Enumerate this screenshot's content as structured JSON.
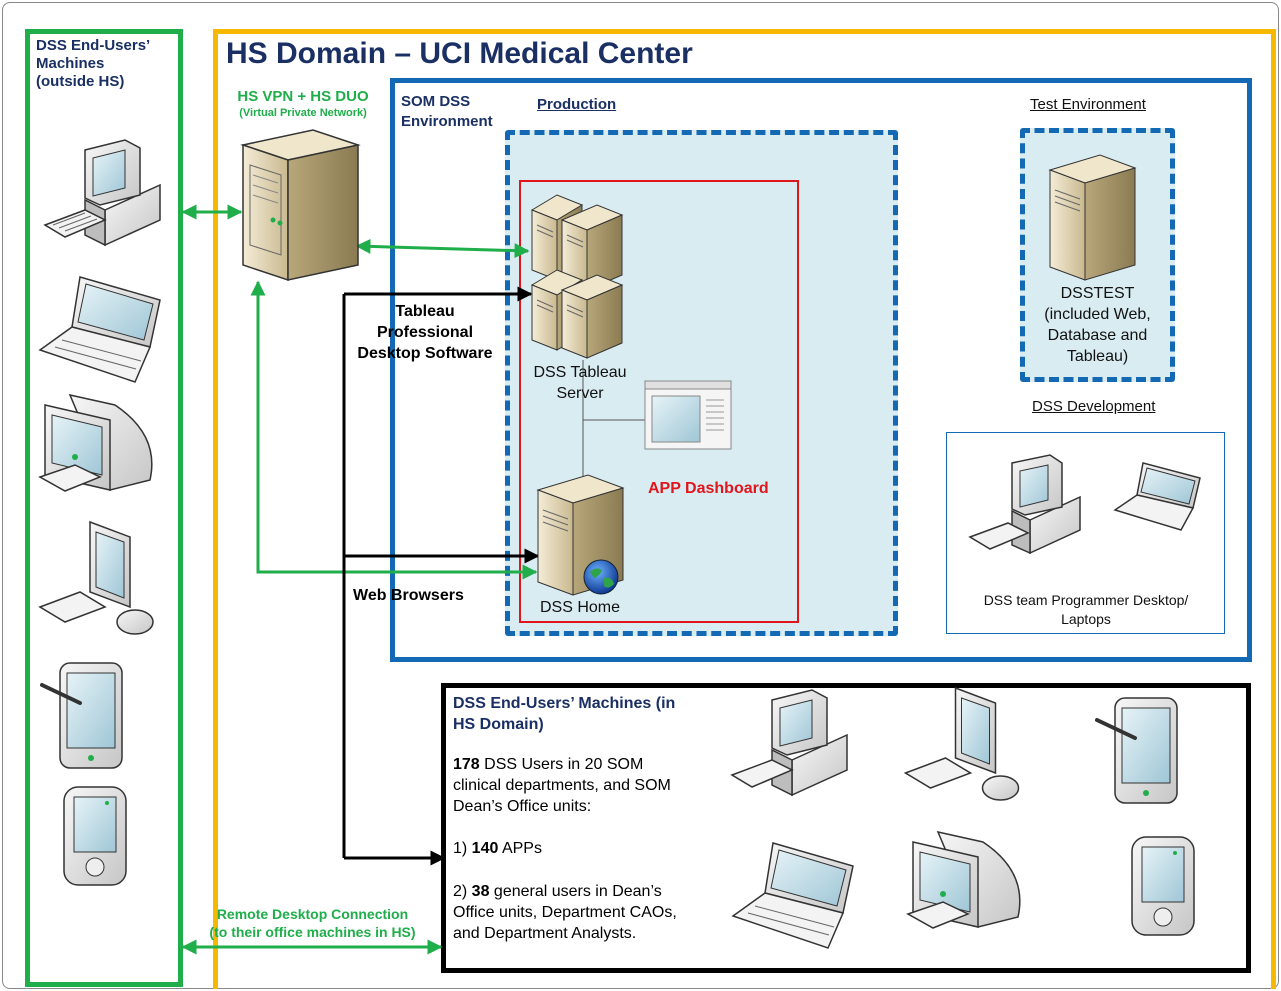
{
  "left_panel": {
    "title_lines": [
      "DSS End-Users’",
      "Machines",
      "(outside HS)"
    ]
  },
  "hs_domain": {
    "title": "HS Domain – UCI Medical Center"
  },
  "vpn": {
    "title": "HS VPN + HS DUO",
    "subtitle": "(Virtual Private Network)"
  },
  "som": {
    "title_lines": [
      "SOM DSS",
      "Environment"
    ]
  },
  "production": {
    "label": "Production",
    "tableau_server_lines": [
      "DSS Tableau",
      "Server"
    ],
    "app_dashboard": "APP Dashboard",
    "dss_home": "DSS Home"
  },
  "test_env": {
    "label": "Test Environment",
    "server_lines": [
      "DSSTEST",
      "(included Web,",
      "Database and",
      "Tableau)"
    ]
  },
  "development": {
    "label": "DSS Development",
    "caption_lines": [
      "DSS team Programmer Desktop/",
      "Laptops"
    ]
  },
  "connections": {
    "tableau_lines": [
      "Tableau",
      "Professional",
      "Desktop Software"
    ],
    "web_browsers": "Web Browsers",
    "rdc_lines": [
      "Remote Desktop Connection",
      "(to their office machines in HS)"
    ]
  },
  "inside_users": {
    "title_lines": [
      "DSS End-Users’ Machines (in",
      "HS Domain)"
    ],
    "line1_num": "178",
    "line1_text": " DSS Users in 20 SOM",
    "line2": "clinical departments, and SOM",
    "line3": "Dean’s Office units:",
    "item1_prefix": "1) ",
    "item1_num": "140",
    "item1_text": " APPs",
    "item2_prefix": "2) ",
    "item2_num": "38",
    "item2_text": " general users in Dean’s",
    "item2_line2": "Office units, Department CAOs,",
    "item2_line3": "and Department Analysts."
  },
  "colors": {
    "green": "#1fae4a",
    "gold": "#f7b900",
    "blue": "#1469b4",
    "red": "#e0161c",
    "navy": "#1a2f63",
    "light_fill": "#d9ecf1"
  }
}
